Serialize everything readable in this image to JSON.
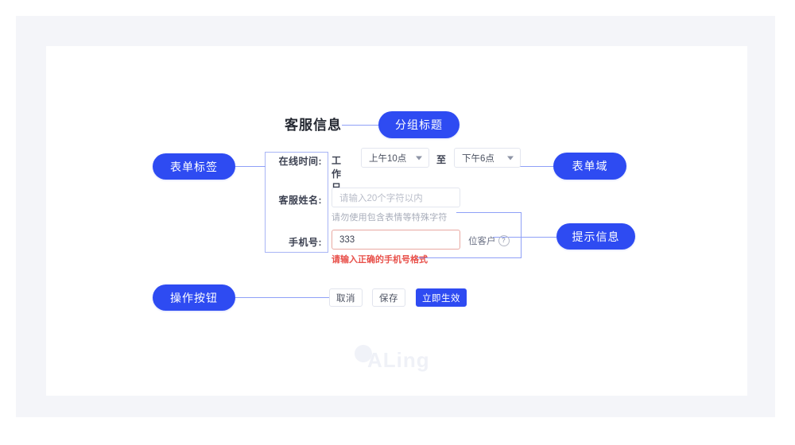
{
  "group": {
    "title": "客服信息",
    "annotation": "分组标题"
  },
  "annotations": {
    "form_label": "表单标签",
    "form_field": "表单域",
    "hint_info": "提示信息",
    "action_buttons": "操作按钮"
  },
  "form": {
    "online_time": {
      "label": "在线时间:",
      "weekday": "工作日",
      "start_value": "上午10点",
      "separator": "至",
      "end_value": "下午6点",
      "caret_icon": "chevron-down-icon"
    },
    "agent_name": {
      "label": "客服姓名:",
      "value": "",
      "placeholder": "请输入20个字符以内",
      "help": "请勿使用包含表情等特殊字符"
    },
    "phone": {
      "label": "手机号:",
      "value": "333",
      "suffix": "位客户",
      "suffix_icon": "question-circle-icon",
      "error": "请输入正确的手机号格式"
    }
  },
  "buttons": {
    "cancel": "取消",
    "save": "保存",
    "effect": "立即生效"
  },
  "watermark": {
    "text": "ALing"
  },
  "colors": {
    "accent": "#2e4bf2",
    "connector": "#8fa0f7",
    "error": "#e8504a",
    "error_border": "#e9a9a2",
    "panel_bg": "#f4f5f9",
    "card_bg": "#ffffff"
  }
}
